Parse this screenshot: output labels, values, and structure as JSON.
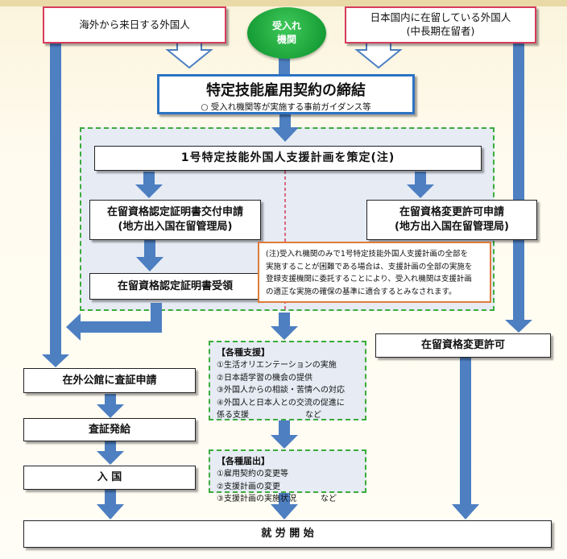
{
  "top": {
    "left_box": "海外から来日する外国人",
    "accepting_org": [
      "受入れ",
      "機関"
    ],
    "right_box": [
      "日本国内に在留している外国人",
      "(中長期在留者)"
    ]
  },
  "contract": {
    "title": "特定技能雇用契約の締結",
    "subtitle": "○ 受入れ機関等が実施する事前ガイダンス等"
  },
  "plan": {
    "title": "1号特定技能外国人支援計画を策定(注)"
  },
  "left_flow": {
    "application": [
      "在留資格認定証明書交付申請",
      "(地方出入国在留管理局)"
    ],
    "receipt": "在留資格認定証明書受領",
    "visa_application": "在外公館に査証申請",
    "visa_issue": "査証発給",
    "entry": "入 国"
  },
  "right_flow": {
    "application": [
      "在留資格変更許可申請",
      "(地方出入国在留管理局)"
    ],
    "permit": "在留資格変更許可"
  },
  "note": [
    "(注)受入れ機関のみで1号特定技能外国人支援計画の全部を",
    "実施することが困難である場合は、支援計画の全部の実施を",
    "登録支援機関に委託することにより、受入れ機関は支援計画",
    "の適正な実施の確保の基準に適合するとみなされます。"
  ],
  "support": {
    "title": "【各種支援】",
    "items": [
      "①生活オリエンテーションの実施",
      "②日本語学習の機会の提供",
      "③外国人からの相談・苦情への対応",
      "④外国人と日本人との交流の促進に",
      "係る支援　　　　　　　など"
    ]
  },
  "notifications": {
    "title": "【各種届出】",
    "items": [
      "①雇用契約の変更等",
      "②支援計画の変更",
      "③支援計画の実施状況　　　など"
    ]
  },
  "bottom": {
    "start_work": "就 労 開 始"
  },
  "colors": {
    "arrow": "#4d7fc1",
    "green_dash": "#3cab3c",
    "region_fill": "#e6ebf4",
    "red_border": "#d63c5c",
    "orange_border": "#e07b39",
    "contract_border": "#2c73c4",
    "accept_green": "#17a335"
  }
}
